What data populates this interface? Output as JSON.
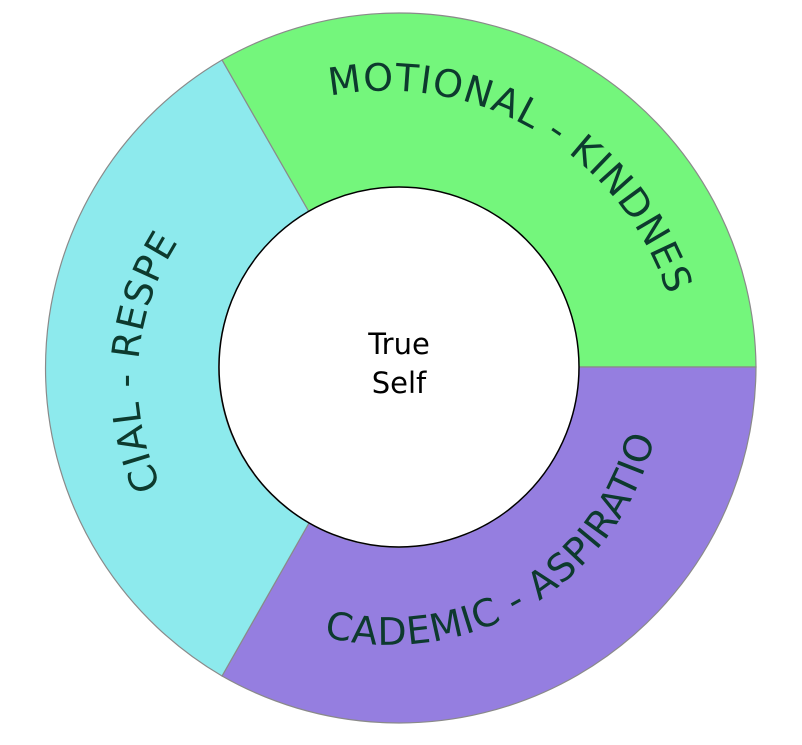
{
  "diagram": {
    "center_label": [
      "True",
      "Self"
    ],
    "segments": [
      {
        "label": "EMOTIONAL - KINDNESS",
        "color": "#74f67c"
      },
      {
        "label": "ACADEMIC - ASPIRATION",
        "color": "#957ee0"
      },
      {
        "label": "SOCIAL - RESPECT",
        "color": "#8deaed"
      }
    ],
    "text_color": "#0d3a2e",
    "outline_color": "#8a8a8a"
  }
}
